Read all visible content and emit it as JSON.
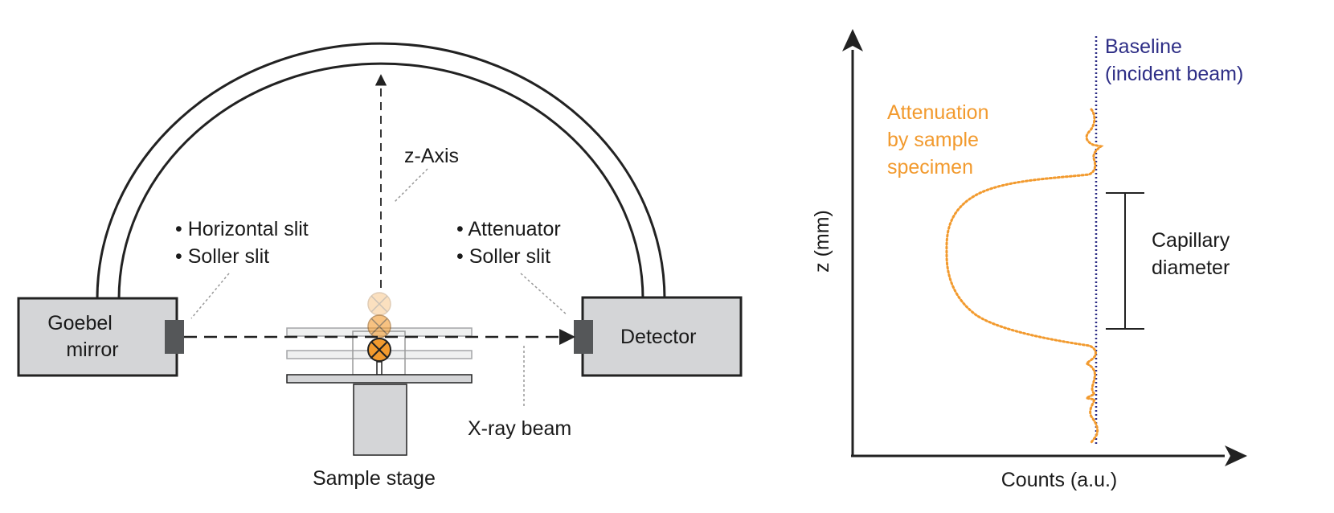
{
  "setup": {
    "goebel_mirror": [
      "Goebel",
      "mirror"
    ],
    "detector": "Detector",
    "z_axis": "z-Axis",
    "left_slits": [
      "• Horizontal slit",
      "• Soller slit"
    ],
    "right_slits": [
      "• Attenuator",
      "• Soller slit"
    ],
    "xray_beam": "X-ray beam",
    "sample_stage": "Sample stage"
  },
  "plot": {
    "y_axis_label": "z (mm)",
    "x_axis_label": "Counts (a.u.)",
    "baseline_label": [
      "Baseline",
      "(incident beam)"
    ],
    "attenuation_label": [
      "Attenuation",
      "by sample",
      "specimen"
    ],
    "capillary_label": [
      "Capillary",
      "diameter"
    ]
  },
  "colors": {
    "baseline": "#2e2e86",
    "attenuation": "#f29a2e",
    "sample_marker": "#f29a2e",
    "housing": "#d4d5d7",
    "text": "#1a1a1a"
  }
}
